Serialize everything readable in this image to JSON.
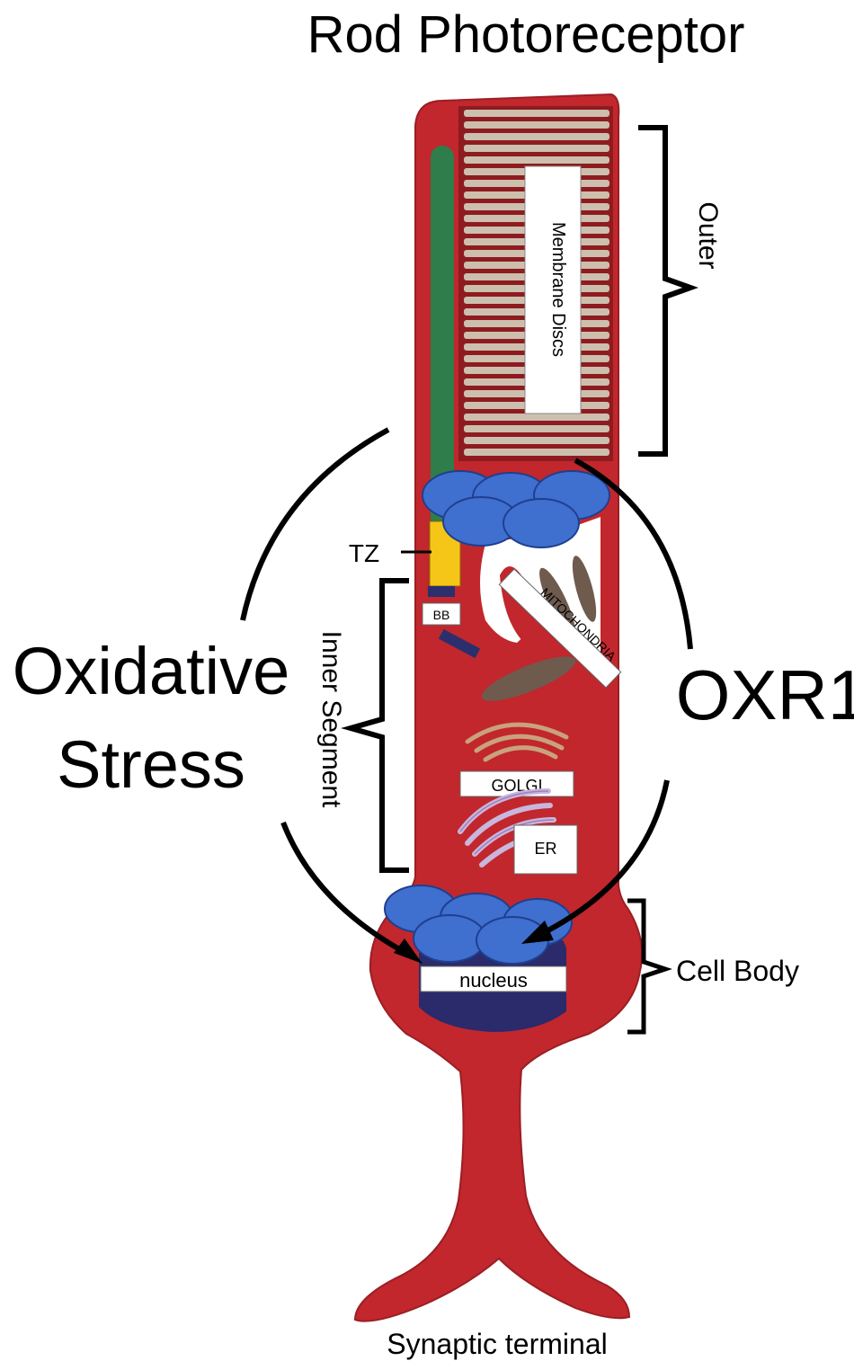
{
  "title": "Rod Photoreceptor",
  "labels": {
    "outer": "Outer",
    "membrane_discs": "Membrane Discs",
    "tz": "TZ",
    "bb": "BB",
    "mitochondria": "MITOCHONDRIA",
    "inner_segment": "Inner Segment",
    "golgi": "GOLGI",
    "er": "ER",
    "nucleus": "nucleus",
    "cell_body": "Cell Body",
    "synaptic_terminal": "Synaptic terminal",
    "oxidative_stress_line1": "Oxidative",
    "oxidative_stress_line2": "Stress",
    "oxr1": "OXR1"
  },
  "colors": {
    "cell": "#c1272d",
    "cell_dark": "#8e1b20",
    "disc": "#cdbfae",
    "cilium": "#2e7d4a",
    "transition_zone": "#f5c518",
    "basal_body": "#2b2f6e",
    "vesicle": "#3f6fcf",
    "mitochondria": "#6f5a4e",
    "golgi": "#c9a27d",
    "er": "#c9b6dc",
    "nucleus": "#2b2a6b",
    "ink": "#000000"
  }
}
